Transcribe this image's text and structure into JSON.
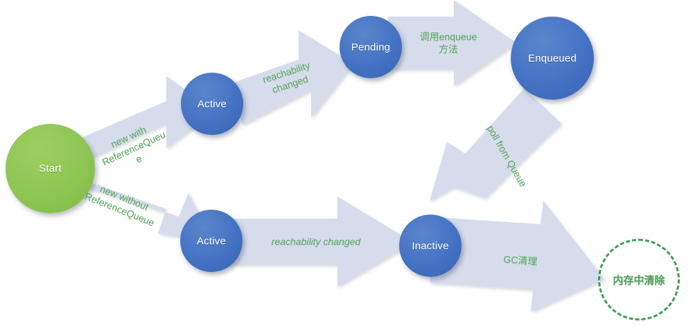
{
  "diagram": {
    "title": "Java Reference lifecycle state diagram",
    "colors": {
      "node_blue": "#4472C4",
      "node_green": "#8DC653",
      "arrow_fill": "#D6DCEC",
      "label_green": "#57A85C",
      "dashed_green": "#3F9E52",
      "background": "#FFFFFF"
    },
    "nodes": [
      {
        "id": "start",
        "label": "Start",
        "shape": "circle",
        "style": "green"
      },
      {
        "id": "active_top",
        "label": "Active",
        "shape": "circle",
        "style": "blue"
      },
      {
        "id": "pending",
        "label": "Pending",
        "shape": "circle",
        "style": "blue"
      },
      {
        "id": "enqueued",
        "label": "Enqueued",
        "shape": "circle",
        "style": "blue"
      },
      {
        "id": "active_bot",
        "label": "Active",
        "shape": "circle",
        "style": "blue"
      },
      {
        "id": "inactive",
        "label": "Inactive",
        "shape": "circle",
        "style": "blue"
      },
      {
        "id": "cleared",
        "label": "内存中清除",
        "shape": "dashed-circle",
        "style": "green-dashed"
      }
    ],
    "edges": [
      {
        "id": "e1",
        "from": "start",
        "to": "active_top",
        "label": "new with\nReferenceQueu\ne"
      },
      {
        "id": "e2",
        "from": "active_top",
        "to": "pending",
        "label": "reachability\nchanged"
      },
      {
        "id": "e3",
        "from": "pending",
        "to": "enqueued",
        "label": "调用enqueue\n方法"
      },
      {
        "id": "e4",
        "from": "enqueued",
        "to": "inactive",
        "label": "poll from Queue"
      },
      {
        "id": "e5",
        "from": "start",
        "to": "active_bot",
        "label": "new without\nReferenceQueue"
      },
      {
        "id": "e6",
        "from": "active_bot",
        "to": "inactive",
        "label": "reachability changed"
      },
      {
        "id": "e7",
        "from": "inactive",
        "to": "cleared",
        "label": "GC清理"
      }
    ]
  }
}
